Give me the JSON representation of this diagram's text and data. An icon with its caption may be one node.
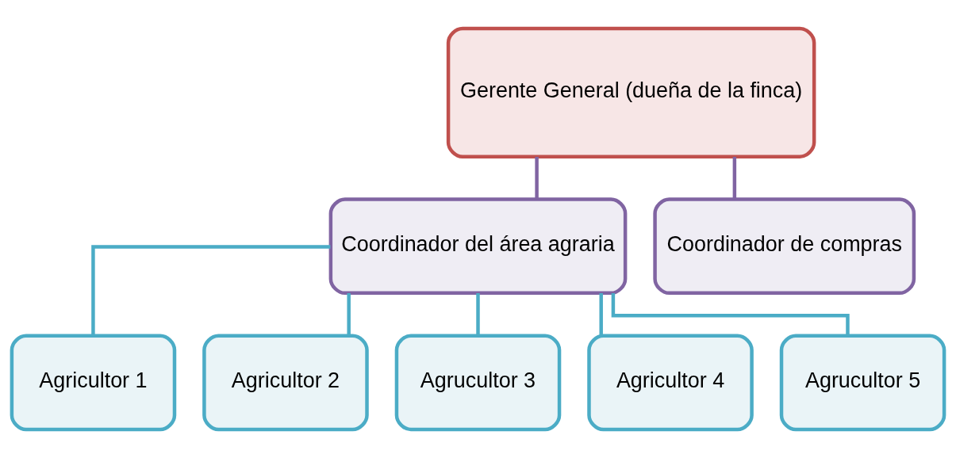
{
  "diagram": {
    "nodes": [
      {
        "text": [
          "Gerente General (dueña de la finca)"
        ]
      },
      {
        "text": [
          "Coordinador del área agraria"
        ]
      },
      {
        "text": [
          "Coordinador de compras"
        ]
      },
      {
        "text": [
          "Agricultor 1"
        ]
      },
      {
        "text": [
          "Agricultor 2"
        ]
      },
      {
        "text": [
          "Agrucultor 3"
        ]
      },
      {
        "text": [
          "Agricultor 4"
        ]
      },
      {
        "text": [
          "Agrucultor 5"
        ]
      }
    ],
    "edges": [
      {
        "from": 0,
        "to": 1,
        "arrow": "none",
        "color": "#8064a2"
      },
      {
        "from": 0,
        "to": 2,
        "arrow": "none",
        "color": "#8064a2"
      },
      {
        "from": 1,
        "to": 3,
        "arrow": "none"
      },
      {
        "from": 1,
        "to": 4,
        "arrow": "none"
      },
      {
        "from": 1,
        "to": 5,
        "arrow": "none"
      },
      {
        "from": 1,
        "to": 6,
        "arrow": "none"
      },
      {
        "from": 1,
        "to": 7,
        "arrow": "none"
      }
    ]
  }
}
